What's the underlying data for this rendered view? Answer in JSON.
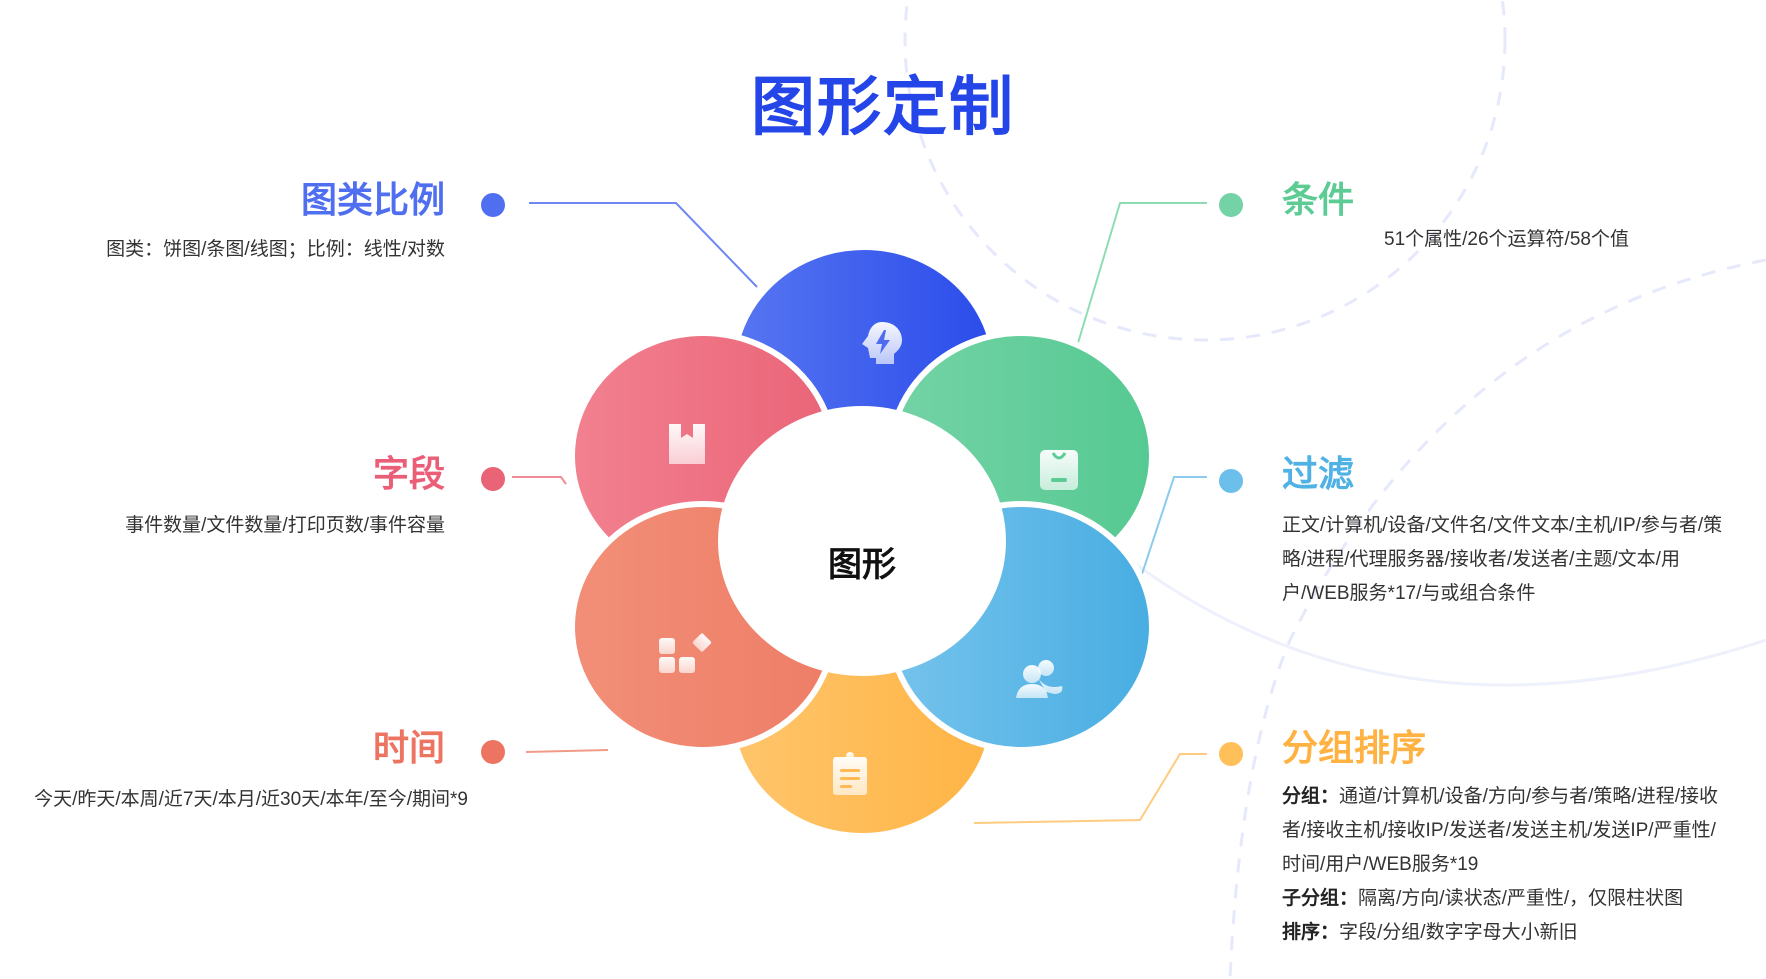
{
  "title": "图形定制",
  "center": "图形",
  "items": [
    {
      "key": "chart_type",
      "title": "图类比例",
      "desc": "图类：饼图/条图/线图；比例：线性/对数",
      "color": "#4f6ef0",
      "icon": "brain-lightning-icon"
    },
    {
      "key": "condition",
      "title": "条件",
      "desc": "51个属性/26个运算符/58个值",
      "color": "#5ccb94",
      "icon": "bag-icon"
    },
    {
      "key": "field",
      "title": "字段",
      "desc": "事件数量/文件数量/打印页数/事件容量",
      "color": "#ea5f77",
      "icon": "bookmark-book-icon"
    },
    {
      "key": "filter",
      "title": "过滤",
      "desc": "正文/计算机/设备/文件名/文件文本/主机/IP/参与者/策略/进程/代理服务器/接收者/发送者/主题/文本/用户/WEB服务*17/与或组合条件",
      "color": "#4fb1e4",
      "icon": "users-icon"
    },
    {
      "key": "time",
      "title": "时间",
      "desc": "今天/昨天/本周/近7天/本月/近30天/本年/至今/期间*9",
      "color": "#ec7460",
      "icon": "apps-icon"
    },
    {
      "key": "group_sort",
      "title": "分组排序",
      "color": "#ffb141",
      "icon": "clipboard-icon",
      "lines": [
        {
          "label": "分组：",
          "text": "通道/计算机/设备/方向/参与者/策略/进程/接收者/接收主机/接收IP/发送者/发送主机/发送IP/严重性/时间/用户/WEB服务*19"
        },
        {
          "label": "子分组：",
          "text": "隔离/方向/读状态/严重性/，仅限柱状图"
        },
        {
          "label": "排序：",
          "text": "字段/分组/数字字母大小新旧"
        }
      ]
    }
  ]
}
